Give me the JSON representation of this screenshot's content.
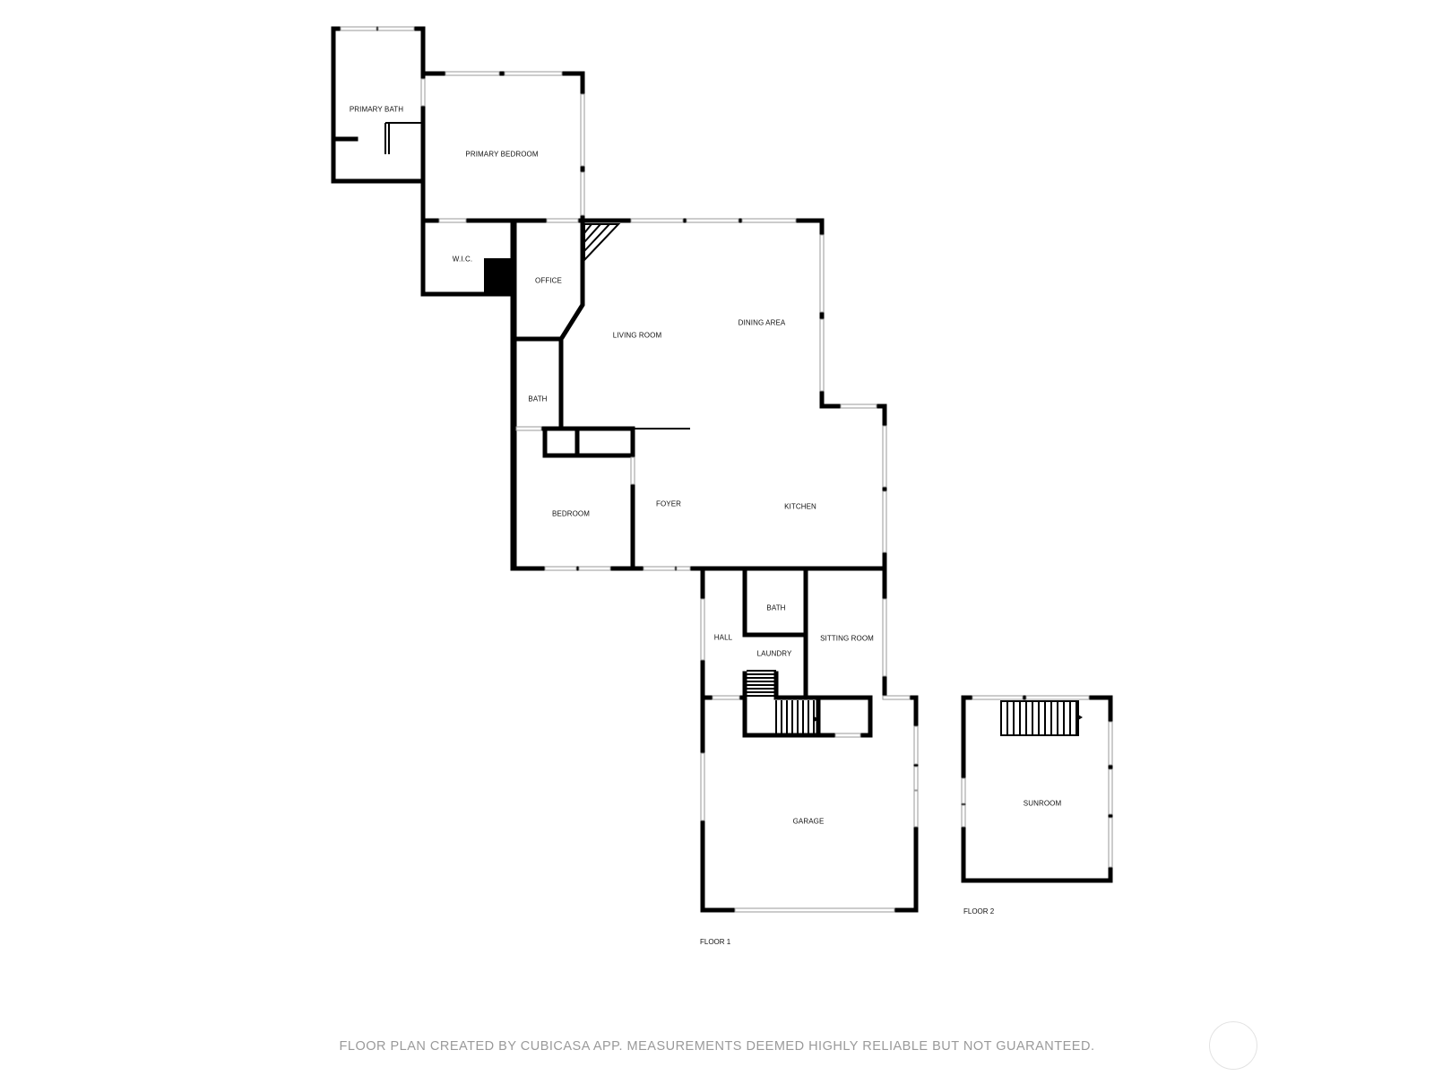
{
  "rooms": {
    "primary_bath": "PRIMARY BATH",
    "primary_bedroom": "PRIMARY BEDROOM",
    "wic": "W.I.C.",
    "office": "OFFICE",
    "living_room": "LIVING ROOM",
    "dining_area": "DINING AREA",
    "bath_1": "BATH",
    "bedroom": "BEDROOM",
    "foyer": "FOYER",
    "kitchen": "KITCHEN",
    "bath_2": "BATH",
    "hall": "HALL",
    "laundry": "LAUNDRY",
    "sitting_room": "SITTING ROOM",
    "garage": "GARAGE",
    "sunroom": "SUNROOM"
  },
  "floors": {
    "floor1": "FLOOR 1",
    "floor2": "FLOOR 2"
  },
  "footer": {
    "disclaimer": "FLOOR PLAN CREATED BY CUBICASA APP. MEASUREMENTS DEEMED HIGHLY RELIABLE BUT NOT GUARANTEED."
  }
}
